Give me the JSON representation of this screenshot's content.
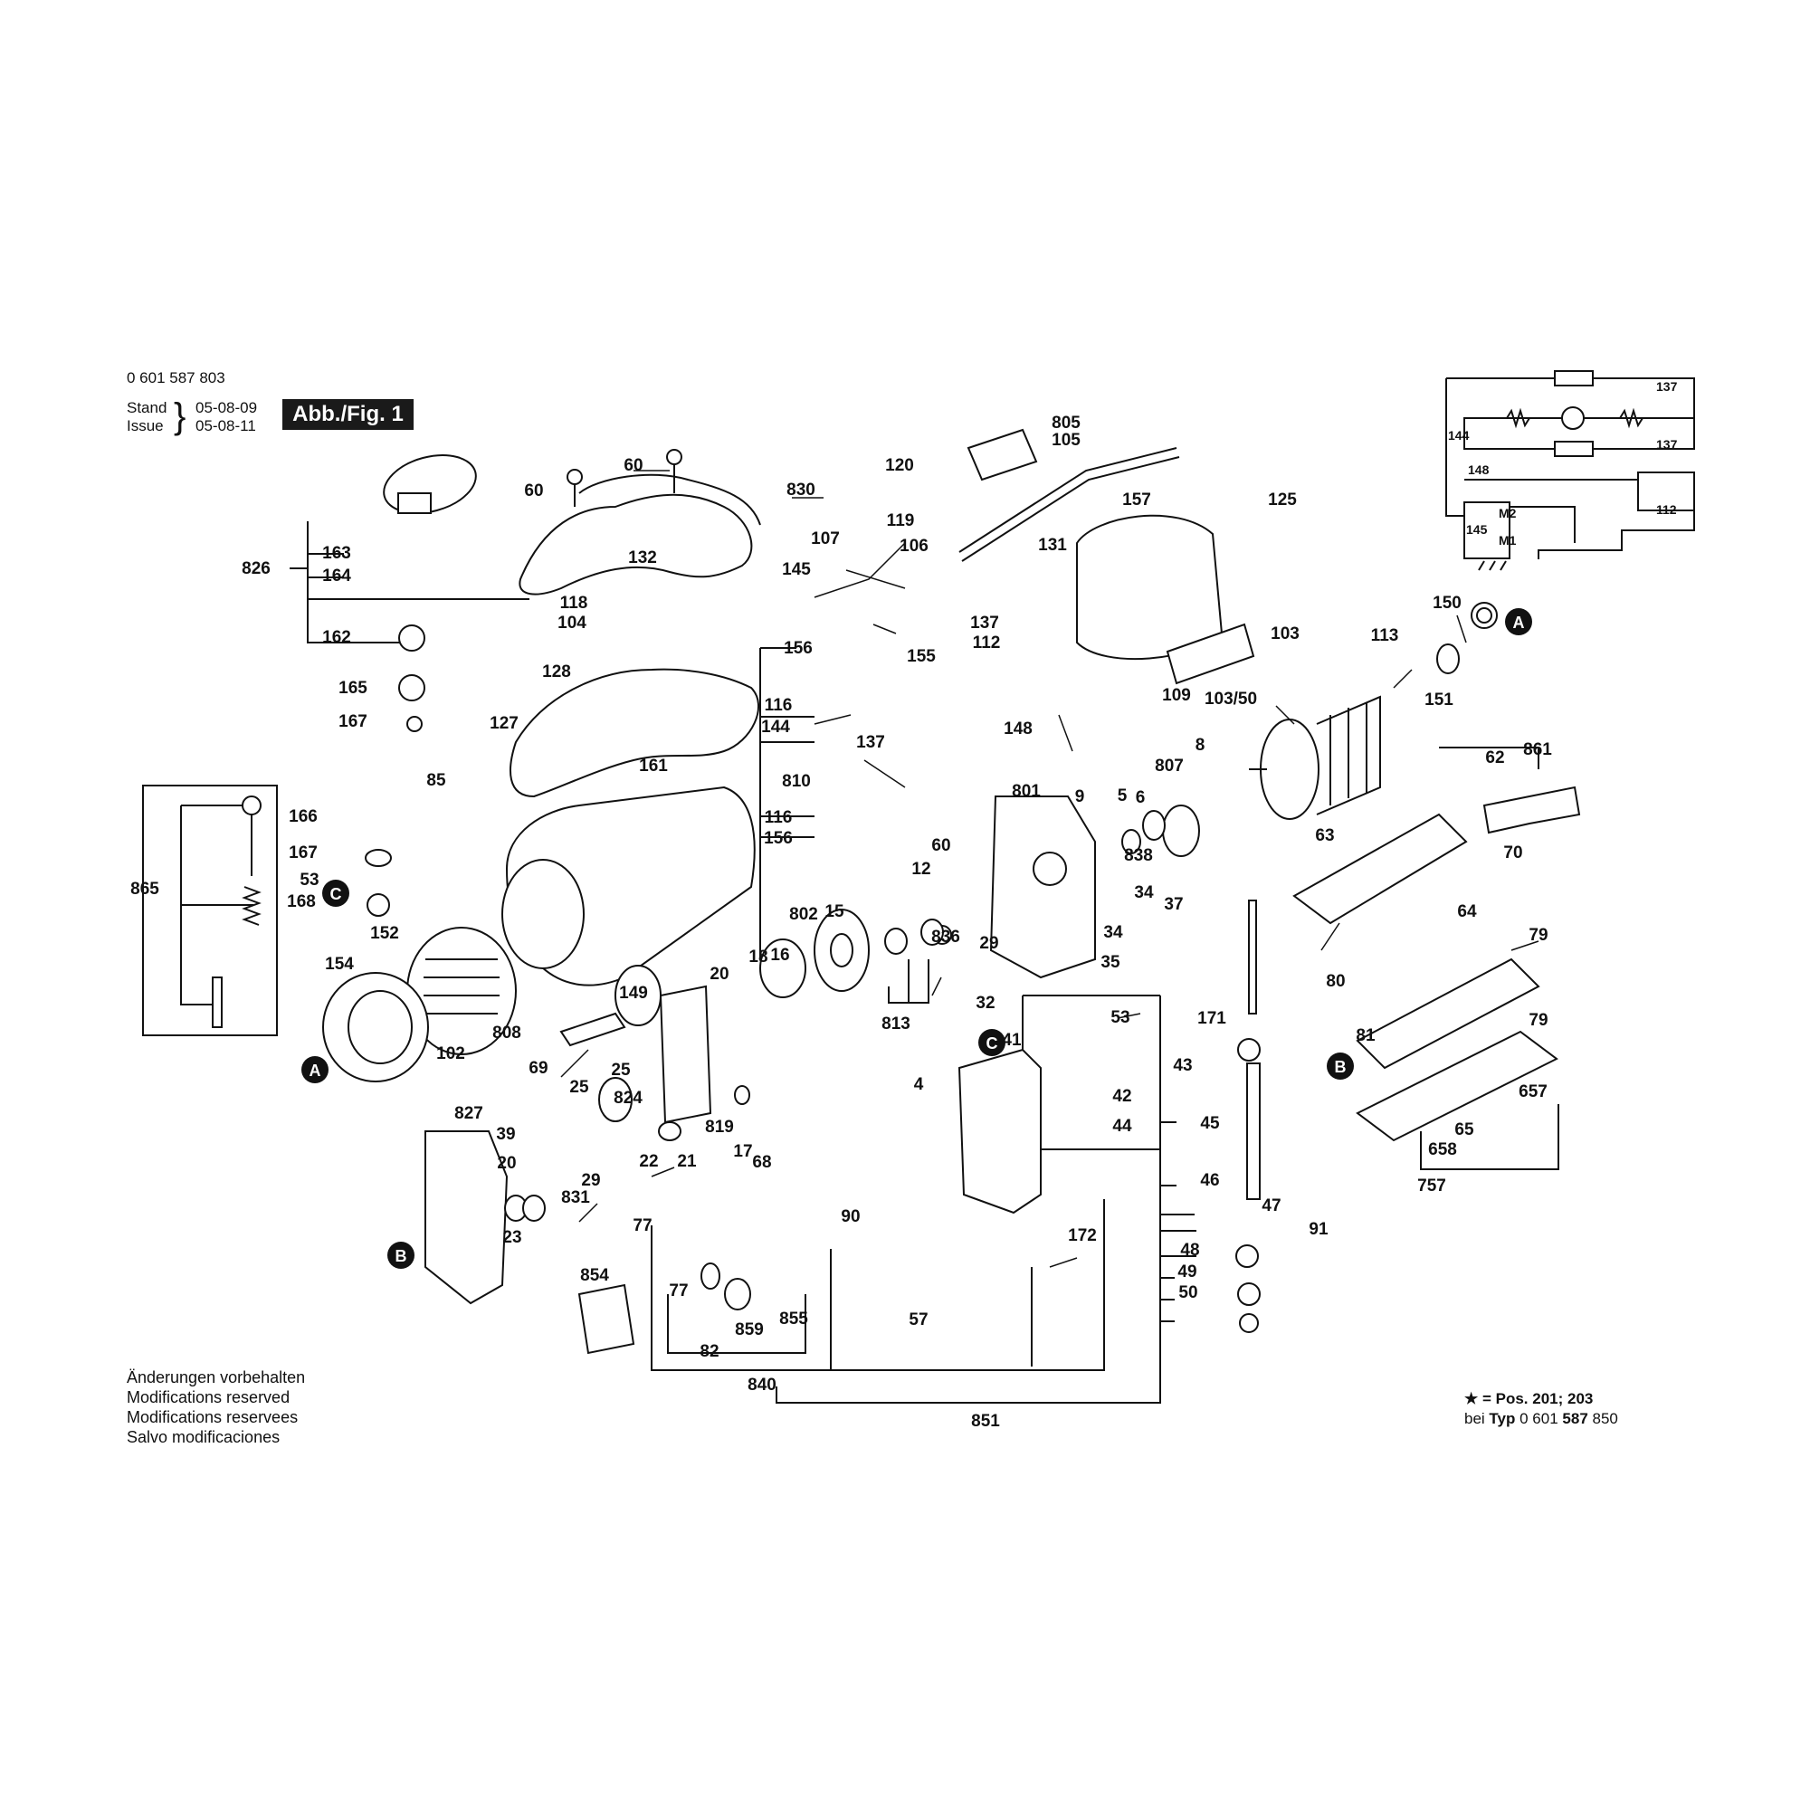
{
  "header": {
    "part_number": "0 601 587 803",
    "stand_label": "Stand",
    "stand_date": "05-08-09",
    "issue_label": "Issue",
    "issue_date": "05-08-11",
    "figure_label": "Abb./Fig. 1"
  },
  "footer": {
    "lines": [
      "Änderungen vorbehalten",
      "Modifications reserved",
      "Modifications reservees",
      "Salvo modificaciones"
    ]
  },
  "note": {
    "star_text": "★ = Pos. 201; 203",
    "bei": "bei",
    "typ": "Typ",
    "typ_prefix": "0 601",
    "typ_bold": "587",
    "typ_suffix": "850"
  },
  "markers": [
    "A",
    "A",
    "B",
    "B",
    "C",
    "C"
  ],
  "wiring": {
    "labels": [
      "137",
      "137",
      "144",
      "148",
      "145",
      "M2",
      "M1",
      "112"
    ]
  },
  "part_labels": [
    "60",
    "60",
    "830",
    "826",
    "163",
    "164",
    "162",
    "165",
    "167",
    "85",
    "166",
    "167",
    "53",
    "168",
    "865",
    "120",
    "805",
    "105",
    "157",
    "125",
    "119",
    "107",
    "106",
    "131",
    "132",
    "145",
    "118",
    "104",
    "128",
    "156",
    "155",
    "137",
    "112",
    "148",
    "116",
    "144",
    "127",
    "161",
    "137",
    "810",
    "116",
    "156",
    "103",
    "113",
    "150",
    "151",
    "103/50",
    "109",
    "8",
    "807",
    "6",
    "5",
    "9",
    "838",
    "801",
    "861",
    "62",
    "70",
    "63",
    "64",
    "79",
    "80",
    "81",
    "79",
    "657",
    "65",
    "658",
    "757",
    "152",
    "154",
    "102",
    "808",
    "149",
    "802",
    "15",
    "12",
    "60",
    "813",
    "836",
    "29",
    "32",
    "34",
    "37",
    "34",
    "35",
    "20",
    "18",
    "16",
    "69",
    "25",
    "25",
    "827",
    "39",
    "20",
    "824",
    "29",
    "831",
    "23",
    "22",
    "21",
    "819",
    "17",
    "68",
    "4",
    "41",
    "53",
    "171",
    "43",
    "42",
    "44",
    "45",
    "46",
    "47",
    "91",
    "90",
    "57",
    "77",
    "77",
    "859",
    "855",
    "82",
    "854",
    "840",
    "851",
    "172",
    "48",
    "49",
    "50"
  ]
}
